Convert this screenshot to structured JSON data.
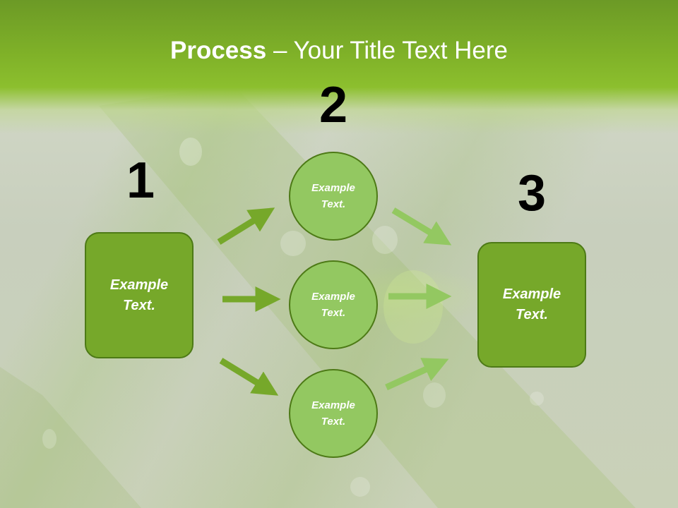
{
  "title": {
    "bold": "Process",
    "rest": " – Your Title Text Here"
  },
  "steps": {
    "one": {
      "number": "1",
      "box": {
        "line1": "Example",
        "line2": "Text."
      }
    },
    "two": {
      "number": "2",
      "circles": [
        {
          "line1": "Example",
          "line2": "Text."
        },
        {
          "line1": "Example",
          "line2": "Text."
        },
        {
          "line1": "Example",
          "line2": "Text."
        }
      ]
    },
    "three": {
      "number": "3",
      "box": {
        "line1": "Example",
        "line2": "Text."
      }
    }
  },
  "colors": {
    "header": "#7fb128",
    "box": "#76a82a",
    "circle": "#93c861",
    "border": "#4d7a16",
    "arrow_dark": "#76a82a",
    "arrow_light": "#93c861"
  }
}
